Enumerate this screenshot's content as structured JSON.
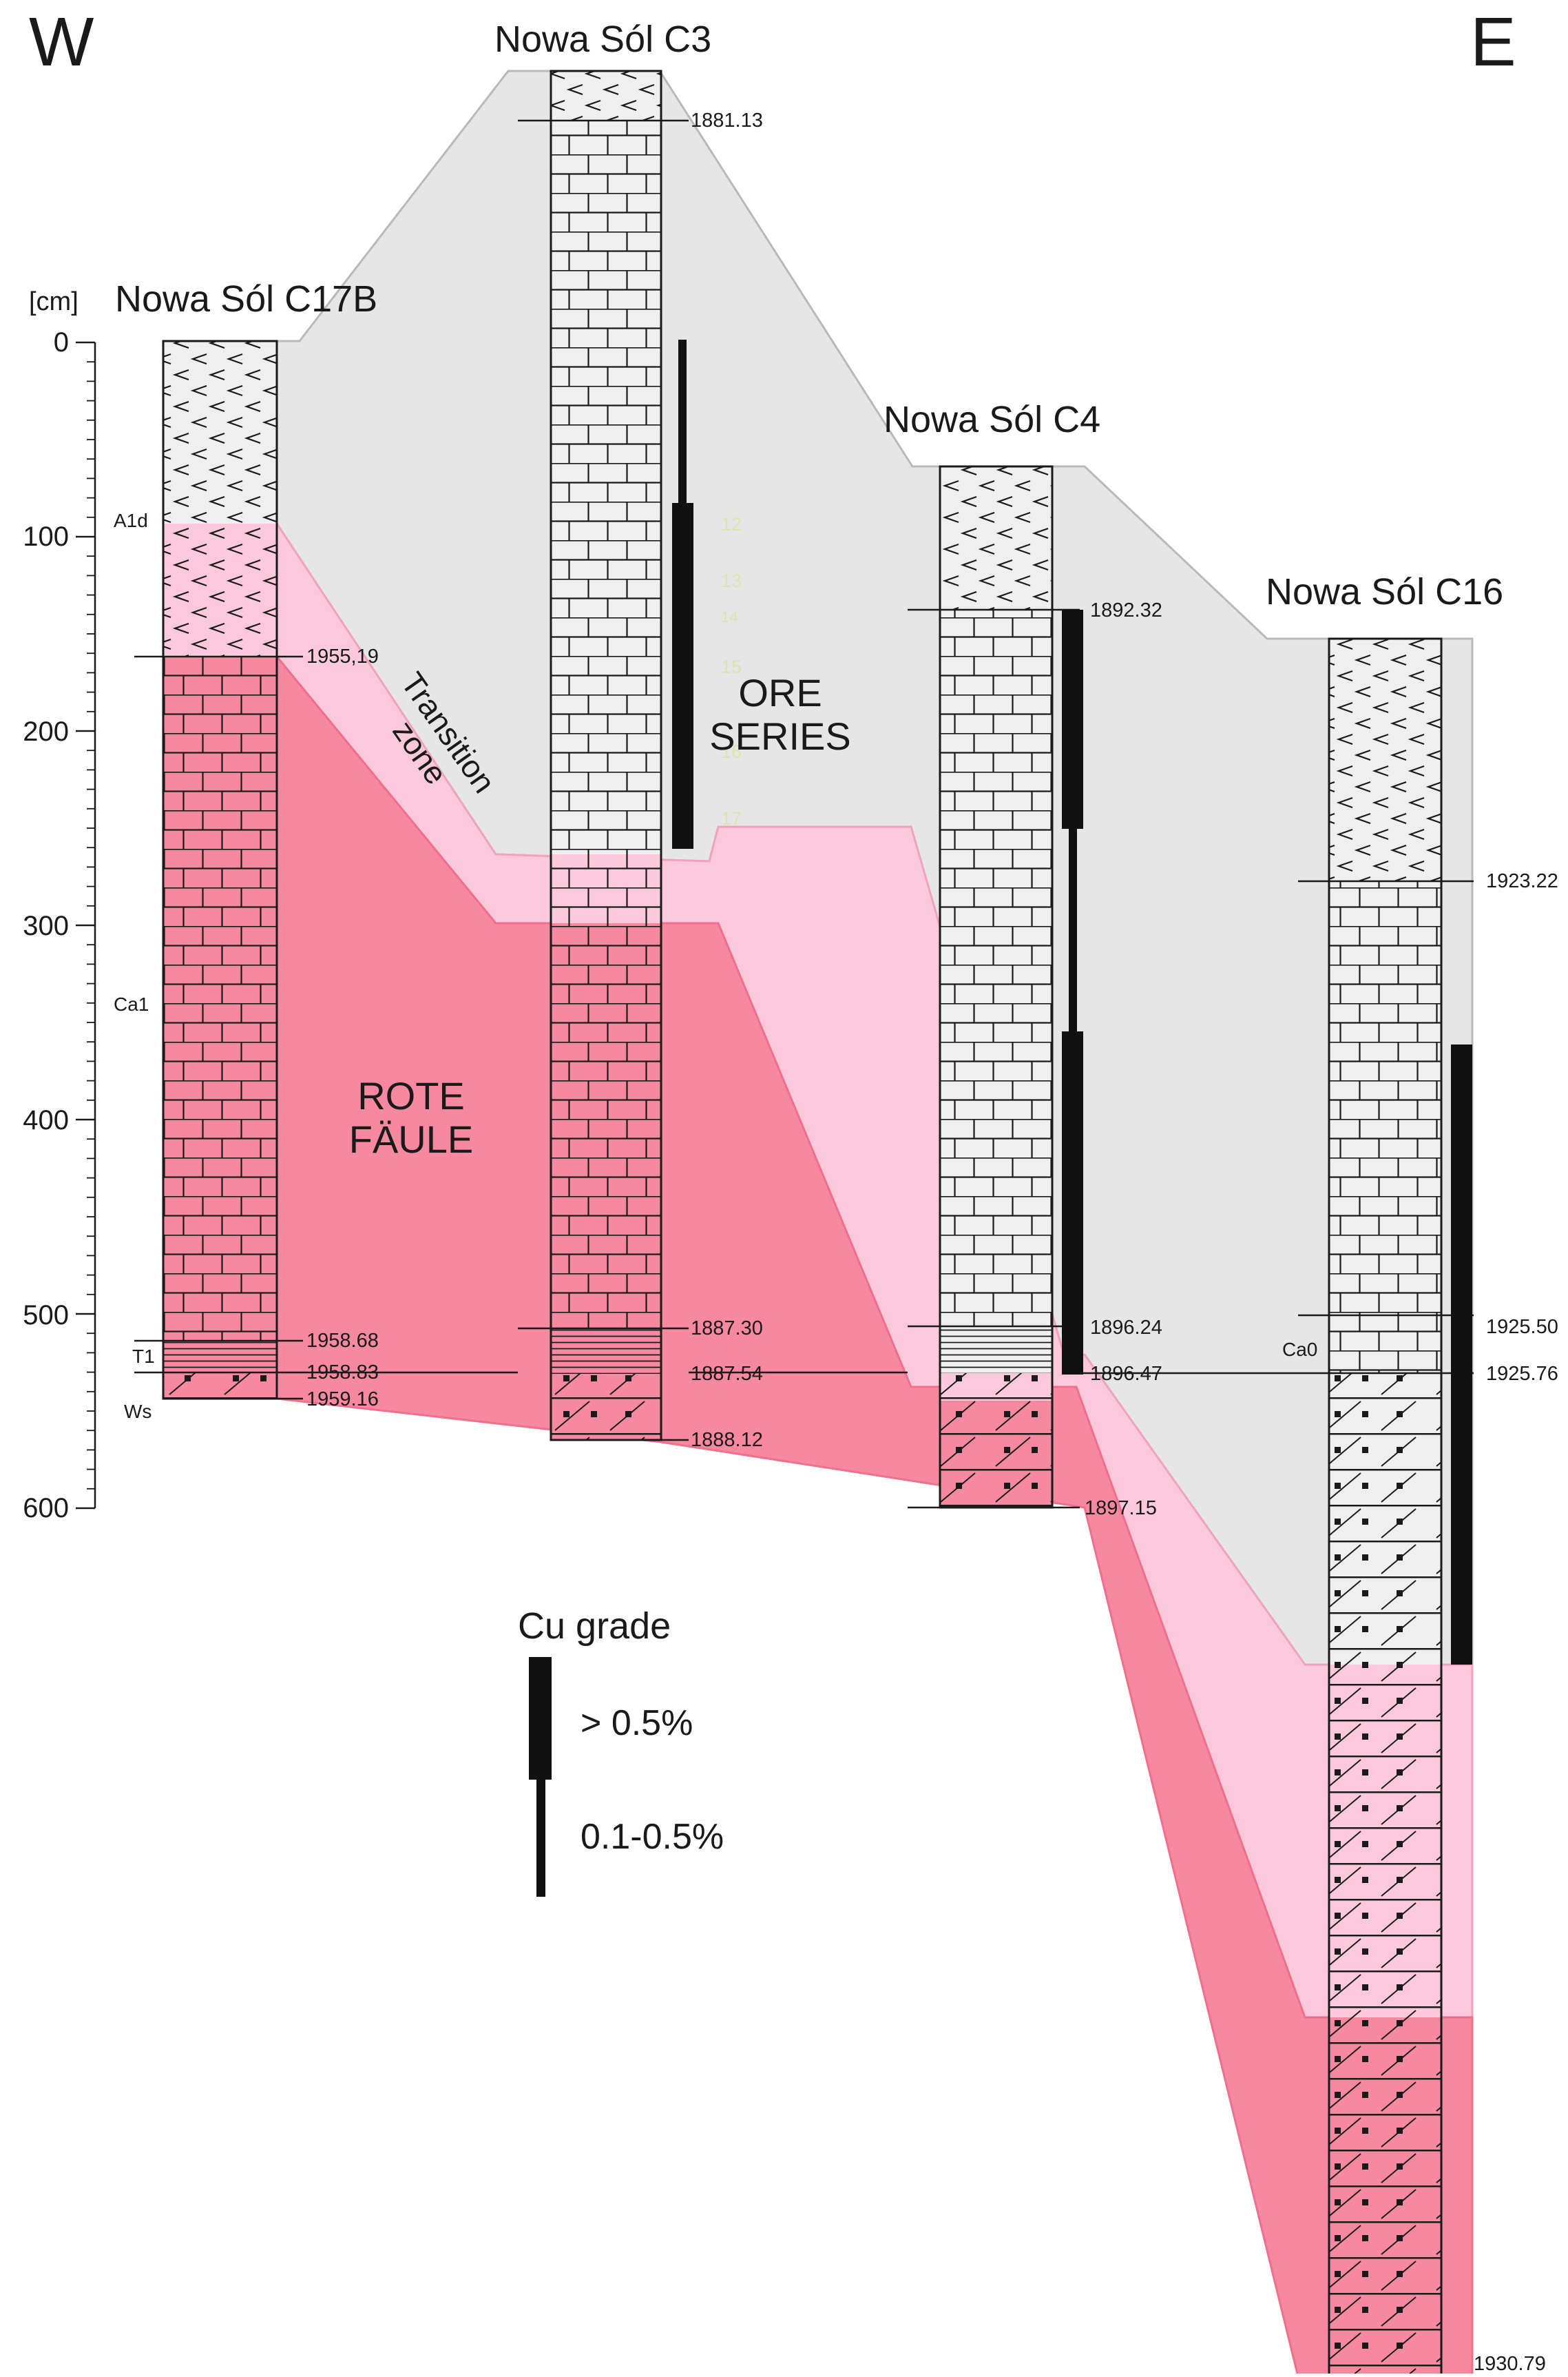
{
  "direction": {
    "west": "W",
    "east": "E"
  },
  "scale": {
    "unit": "[cm]",
    "ticks": [
      "0",
      "100",
      "200",
      "300",
      "400",
      "500",
      "600"
    ]
  },
  "zones": {
    "ore_series_line1": "ORE",
    "ore_series_line2": "SERIES",
    "rote_faule_line1": "ROTE",
    "rote_faule_line2": "FÄULE",
    "transition_line1": "Transition",
    "transition_line2": "zone"
  },
  "wells": {
    "c17b": {
      "name": "Nowa Sól C17B",
      "units": [
        "A1d",
        "Ca1",
        "T1",
        "Ws"
      ],
      "depths": [
        "1955,19",
        "1958.68",
        "1958.83",
        "1959.16"
      ]
    },
    "c3": {
      "name": "Nowa Sól C3",
      "depths": [
        "1881.13",
        "1887.30",
        "1887.54",
        "1888.12"
      ],
      "samples": [
        "12",
        "13",
        "14",
        "15",
        "16",
        "17"
      ]
    },
    "c4": {
      "name": "Nowa Sól C4",
      "depths": [
        "1892.32",
        "1896.24",
        "1896.47",
        "1897.15"
      ]
    },
    "c16": {
      "name": "Nowa Sól C16",
      "units": [
        "Ca0"
      ],
      "depths": [
        "1923.22",
        "1925.50",
        "1925.76",
        "1930.79"
      ]
    }
  },
  "legend": {
    "title": "Cu grade",
    "high": "> 0.5%",
    "low": "0.1-0.5%"
  },
  "colors": {
    "anhydrite": "#efefef",
    "ore_zone": "#e6e6e6",
    "transition": "#fbc8dc",
    "rote_faule": "#f6889f",
    "outline": "#1a1a1a"
  }
}
